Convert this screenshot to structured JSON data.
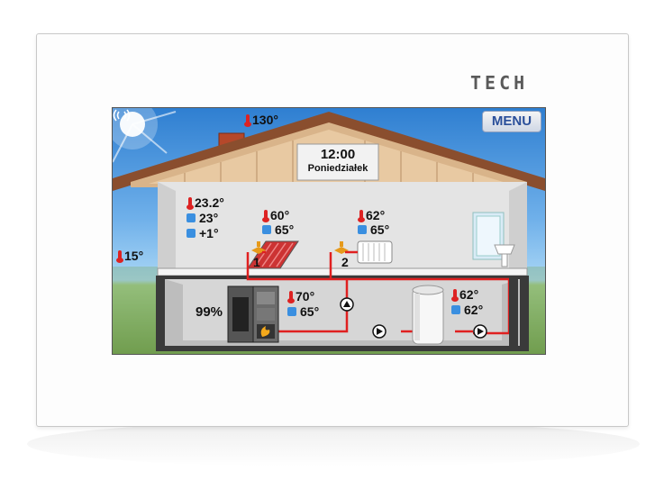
{
  "brand": "TECH",
  "screen": {
    "menu_label": "MENU",
    "time": "12:00",
    "day": "Poniedziałek",
    "roof_temp": "130°",
    "outside_temp": "15°",
    "room": {
      "temp": "23.2°",
      "set": "23°",
      "offset": "+1°"
    },
    "circuit1": {
      "temp": "60°",
      "set": "65°",
      "number": "1"
    },
    "circuit2": {
      "temp": "62°",
      "set": "65°",
      "number": "2"
    },
    "boiler": {
      "temp": "70°",
      "set": "65°",
      "fuel_level": "99%"
    },
    "tank": {
      "temp": "62°",
      "set": "62°"
    }
  }
}
